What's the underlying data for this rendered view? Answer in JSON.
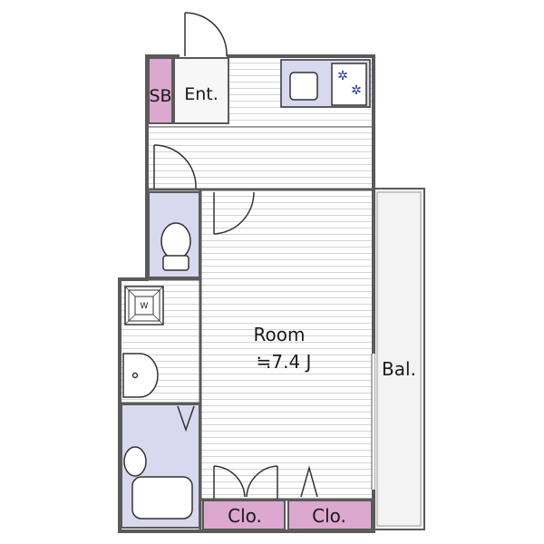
{
  "rooms": {
    "entrance": "Ent.",
    "shoe_box": "SB",
    "main_room": "Room",
    "main_room_size": "≒7.4 J",
    "balcony": "Bal.",
    "closet_left": "Clo.",
    "closet_right": "Clo.",
    "washer": "W"
  },
  "colors": {
    "wall": "#5a5a5a",
    "floor_line": "#d4d4d4",
    "storage": "#dca8cf",
    "wet_area": "#d8d8ee",
    "fixture_stroke": "#333333",
    "stove_burner": "#2233aa",
    "balcony_floor": "#f3f3f3"
  }
}
